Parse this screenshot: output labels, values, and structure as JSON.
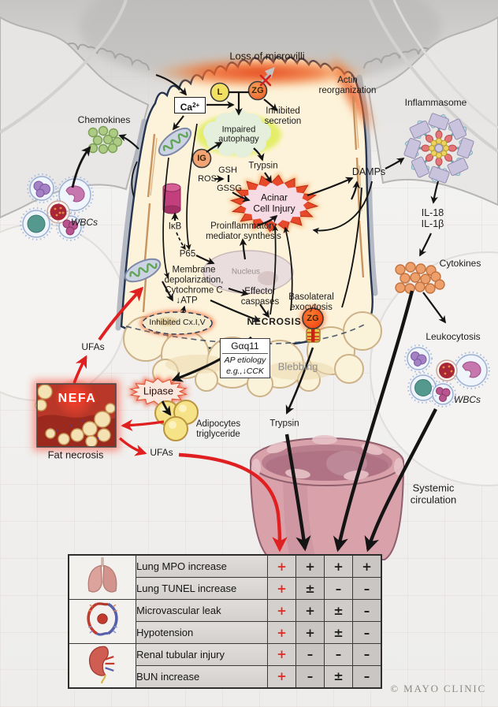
{
  "colors": {
    "arrow_black": "#141414",
    "arrow_red": "#e02020",
    "cell_fill": "#fdf3da",
    "cell_outline": "#26354f",
    "table_plus_red": "#e8251f",
    "injury_burst": "#e7492b",
    "vessel_pink": "#d9a2aa"
  },
  "diagram": {
    "loss_of_microvilli": "Loss of microvilli",
    "actin_reorganization": "Actin\nreorganization",
    "chemokines": "Chemokines",
    "wbcs_left": "WBCs",
    "inflammasome": "Inflammasome",
    "ca_base": "Ca",
    "ca_sup": "2+",
    "l_granule": "L",
    "zg_apical": "ZG",
    "inhibited_secretion": "Inhibited\nsecretion",
    "impaired_autophagy": "Impaired\nautophagy",
    "ig_granule": "IG",
    "gsh": "GSH",
    "ros": "ROS",
    "gssg": "GSSG",
    "trypsin_apical": "Trypsin",
    "acinar_cell_injury": "Acinar\nCell Injury",
    "damps": "DAMPs",
    "il_18": "IL-18",
    "il_1b": "IL-1β",
    "cytokines": "Cytokines",
    "leukocytosis": "Leukocytosis",
    "wbcs_right": "WBCs",
    "ikb": "IκB",
    "p65": "P65",
    "proinflammatory": "Proinflammatory\nmediator synthesis",
    "nucleus": "Nucleus",
    "membrane_depolarization": "Membrane\ndepolarization,\nCytochrome C",
    "atp": "↓ATP",
    "effector_caspases": "Effector\ncaspases",
    "necrosis": "NECROSIS",
    "basolateral_exocytosis": "Basolateral\nexocytosis",
    "zg_basolateral": "ZG",
    "inhibited_cx": "Inhibited Cx.I,V",
    "gaq11": "Gαq11",
    "ap_etiology": "AP etiology",
    "ap_example": "e.g.,↓CCK",
    "blebbing": "Blebbing",
    "ufas_left": "UFAs",
    "nefa": "NEFA",
    "fat_necrosis": "Fat necrosis",
    "lipase": "Lipase",
    "adipocytes": "Adipocytes\ntriglyceride",
    "ufas_bottom": "UFAs",
    "trypsin_systemic": "Trypsin",
    "systemic_circulation": "Systemic\ncirculation"
  },
  "table": {
    "rows": [
      {
        "organ": "lungs",
        "label": "Lung MPO increase",
        "values": [
          "+",
          "+",
          "+",
          "+"
        ]
      },
      {
        "organ": "lungs",
        "label": "Lung TUNEL increase",
        "values": [
          "+",
          "±",
          "–",
          "–"
        ]
      },
      {
        "organ": "heart",
        "label": "Microvascular leak",
        "values": [
          "+",
          "+",
          "±",
          "–"
        ]
      },
      {
        "organ": "heart",
        "label": "Hypotension",
        "values": [
          "+",
          "+",
          "±",
          "–"
        ]
      },
      {
        "organ": "kidney",
        "label": "Renal tubular injury",
        "values": [
          "+",
          "–",
          "–",
          "–"
        ]
      },
      {
        "organ": "kidney",
        "label": "BUN increase",
        "values": [
          "+",
          "–",
          "±",
          "–"
        ]
      }
    ]
  },
  "footer": {
    "copyright": "© MAYO CLINIC"
  }
}
